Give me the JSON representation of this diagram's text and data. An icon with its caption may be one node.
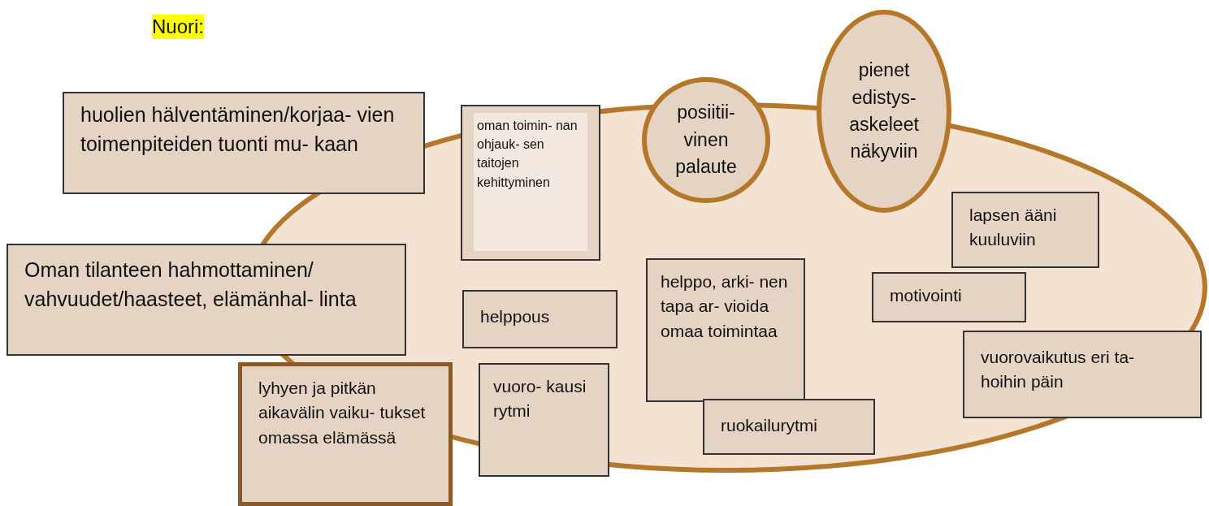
{
  "diagram": {
    "title": "Nuori:",
    "nodes": [
      {
        "text": [
          "huolien hälventäminen/korjaa- vien toimenpiteiden tuonti mu- kaan"
        ]
      },
      {
        "text": [
          "Oman tilanteen hahmottaminen/ vahvuudet/haasteet, elämänhal- linta"
        ]
      },
      {
        "text": [
          "oman toimin- nan ohjauk- sen taitojen kehittyminen"
        ]
      },
      {
        "text": [
          "posiitii- vinen palaute"
        ]
      },
      {
        "text": [
          "pienet edistys- askeleet näkyviin"
        ]
      },
      {
        "text": [
          "lapsen ääni kuuluviin"
        ]
      },
      {
        "text": [
          "helppous"
        ]
      },
      {
        "text": [
          "helppo, arki- nen tapa ar- vioida omaa toimintaa"
        ]
      },
      {
        "text": [
          "motivointi"
        ]
      },
      {
        "text": [
          "lyhyen ja pitkän aikavälin vaiku- tukset omassa elämässä"
        ]
      },
      {
        "text": [
          "vuoro- kausi rytmi"
        ]
      },
      {
        "text": [
          "ruokailurytmi"
        ]
      },
      {
        "text": [
          "vuorovaikutus eri ta- hoihin päin"
        ]
      }
    ]
  }
}
